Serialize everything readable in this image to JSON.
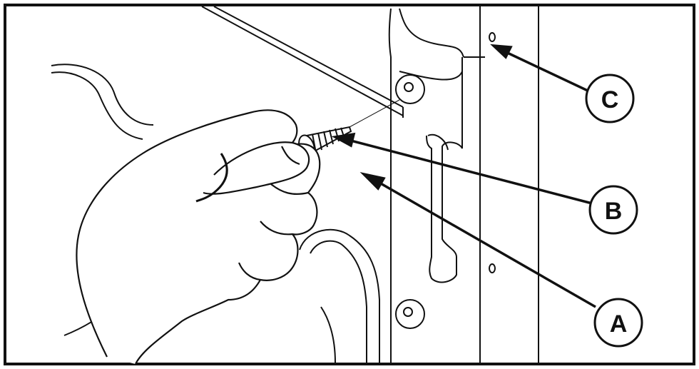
{
  "figure": {
    "callouts": [
      {
        "id": "a",
        "label": "A"
      },
      {
        "id": "b",
        "label": "B"
      },
      {
        "id": "c",
        "label": "C"
      }
    ],
    "colors": {
      "ink": "#111111",
      "paper": "#ffffff"
    }
  }
}
